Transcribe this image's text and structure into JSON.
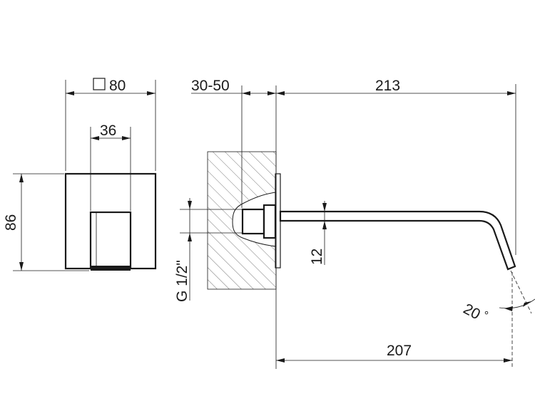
{
  "dimensions": {
    "square_symbol_value": "80",
    "inner_width": "36",
    "height": "86",
    "wall_thickness": "30-50",
    "spout_length": "213",
    "connection": "G 1/2\"",
    "spout_diameter": "12",
    "angle": "20",
    "angle_unit": "°",
    "projection": "207"
  },
  "colors": {
    "line": "#1a1a1a",
    "background": "#ffffff"
  }
}
